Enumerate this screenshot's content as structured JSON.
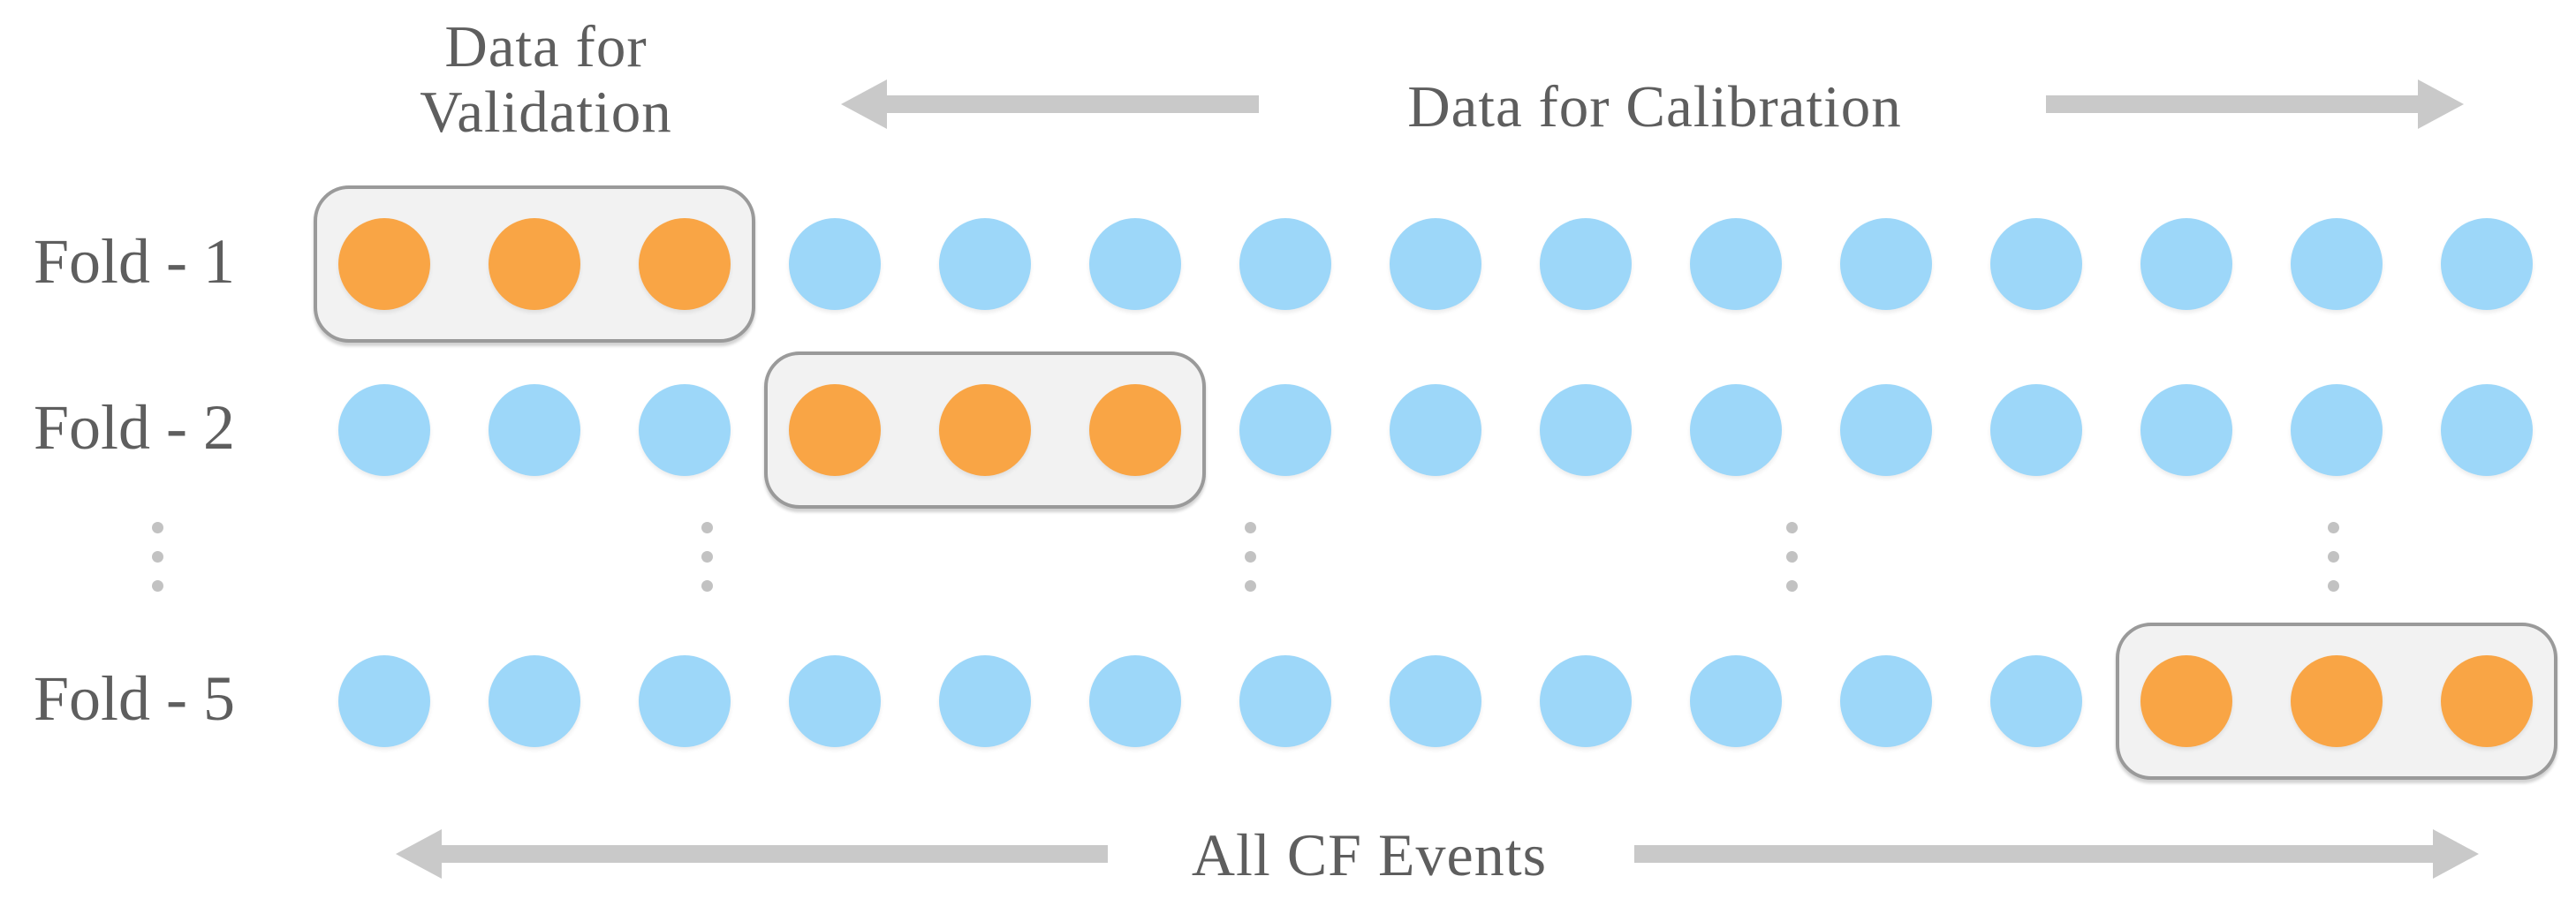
{
  "header": {
    "validation_label_line1": "Data for",
    "validation_label_line2": "Validation",
    "calibration_label": "Data for Calibration"
  },
  "footer": {
    "label": "All CF Events"
  },
  "diagram": {
    "events_per_fold": 15,
    "validation_block_size": 3,
    "rows": [
      {
        "label": "Fold - 1",
        "validation_indices": [
          0,
          1,
          2
        ]
      },
      {
        "label": "Fold - 2",
        "validation_indices": [
          3,
          4,
          5
        ]
      },
      {
        "label": "Fold - 5",
        "validation_indices": [
          12,
          13,
          14
        ]
      }
    ],
    "hidden_folds_indicator": "vertical-ellipsis",
    "ellipsis_columns": 5,
    "ellipsis_dots_per_column": 3,
    "colors": {
      "validation_dot": "#F9A545",
      "calibration_dot": "#9DD7F9",
      "arrow": "#C9C9C9",
      "text": "#5E5E5E",
      "box_fill": "#F2F2F2",
      "box_border": "#9A9A9A",
      "ellipsis_dot": "#C2C2C2"
    }
  }
}
